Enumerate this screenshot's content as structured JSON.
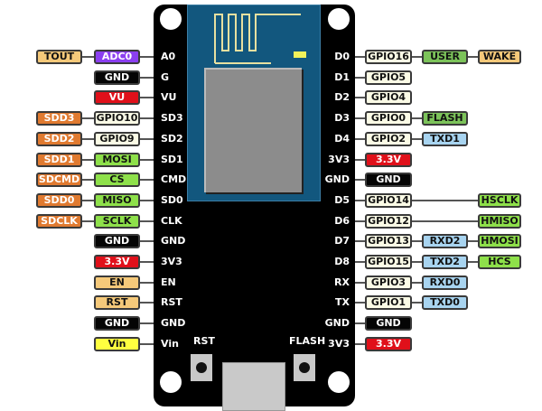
{
  "board": {
    "button_labels": {
      "rst": "RST",
      "flash": "FLASH"
    },
    "left_pins": [
      {
        "pin": "A0",
        "labels": [
          {
            "text": "ADC0",
            "color": "#8b3ff0",
            "fg": "#fff"
          },
          {
            "text": "TOUT",
            "color": "#f5c97a",
            "fg": "#111"
          }
        ]
      },
      {
        "pin": "G",
        "labels": [
          {
            "text": "GND",
            "color": "#050505",
            "fg": "#fff"
          }
        ]
      },
      {
        "pin": "VU",
        "labels": [
          {
            "text": "VU",
            "color": "#e0101a",
            "fg": "#fff"
          }
        ]
      },
      {
        "pin": "SD3",
        "labels": [
          {
            "text": "GPIO10",
            "color": "#fbfbe6",
            "fg": "#111"
          },
          {
            "text": "SDD3",
            "color": "#e07a30",
            "fg": "#fff"
          }
        ]
      },
      {
        "pin": "SD2",
        "labels": [
          {
            "text": "GPIO9",
            "color": "#fbfbe6",
            "fg": "#111"
          },
          {
            "text": "SDD2",
            "color": "#e07a30",
            "fg": "#fff"
          }
        ]
      },
      {
        "pin": "SD1",
        "labels": [
          {
            "text": "MOSI",
            "color": "#8ee04a",
            "fg": "#111"
          },
          {
            "text": "SDD1",
            "color": "#e07a30",
            "fg": "#fff"
          }
        ]
      },
      {
        "pin": "CMD",
        "labels": [
          {
            "text": "CS",
            "color": "#8ee04a",
            "fg": "#111"
          },
          {
            "text": "SDCMD",
            "color": "#e07a30",
            "fg": "#fff"
          }
        ]
      },
      {
        "pin": "SD0",
        "labels": [
          {
            "text": "MISO",
            "color": "#8ee04a",
            "fg": "#111"
          },
          {
            "text": "SDD0",
            "color": "#e07a30",
            "fg": "#fff"
          }
        ]
      },
      {
        "pin": "CLK",
        "labels": [
          {
            "text": "SCLK",
            "color": "#8ee04a",
            "fg": "#111"
          },
          {
            "text": "SDCLK",
            "color": "#e07a30",
            "fg": "#fff"
          }
        ]
      },
      {
        "pin": "GND",
        "labels": [
          {
            "text": "GND",
            "color": "#050505",
            "fg": "#fff"
          }
        ]
      },
      {
        "pin": "3V3",
        "labels": [
          {
            "text": "3.3V",
            "color": "#e0101a",
            "fg": "#fff"
          }
        ]
      },
      {
        "pin": "EN",
        "labels": [
          {
            "text": "EN",
            "color": "#f5c97a",
            "fg": "#111"
          }
        ]
      },
      {
        "pin": "RST",
        "labels": [
          {
            "text": "RST",
            "color": "#f5c97a",
            "fg": "#111"
          }
        ]
      },
      {
        "pin": "GND",
        "labels": [
          {
            "text": "GND",
            "color": "#050505",
            "fg": "#fff"
          }
        ]
      },
      {
        "pin": "Vin",
        "labels": [
          {
            "text": "Vin",
            "color": "#ffff40",
            "fg": "#111"
          }
        ]
      }
    ],
    "right_pins": [
      {
        "pin": "D0",
        "labels": [
          {
            "text": "GPIO16",
            "color": "#fbfbe6",
            "fg": "#111",
            "col": 0
          },
          {
            "text": "USER",
            "color": "#7cc35a",
            "fg": "#111",
            "col": 1
          },
          {
            "text": "WAKE",
            "color": "#f5c97a",
            "fg": "#111",
            "col": 2
          }
        ]
      },
      {
        "pin": "D1",
        "labels": [
          {
            "text": "GPIO5",
            "color": "#fbfbe6",
            "fg": "#111",
            "col": 0
          }
        ]
      },
      {
        "pin": "D2",
        "labels": [
          {
            "text": "GPIO4",
            "color": "#fbfbe6",
            "fg": "#111",
            "col": 0
          }
        ]
      },
      {
        "pin": "D3",
        "labels": [
          {
            "text": "GPIO0",
            "color": "#fbfbe6",
            "fg": "#111",
            "col": 0
          },
          {
            "text": "FLASH",
            "color": "#7cc35a",
            "fg": "#111",
            "col": 1
          }
        ]
      },
      {
        "pin": "D4",
        "labels": [
          {
            "text": "GPIO2",
            "color": "#fbfbe6",
            "fg": "#111",
            "col": 0
          },
          {
            "text": "TXD1",
            "color": "#a8d4f0",
            "fg": "#111",
            "col": 1
          }
        ]
      },
      {
        "pin": "3V3",
        "labels": [
          {
            "text": "3.3V",
            "color": "#e0101a",
            "fg": "#fff",
            "col": 0
          }
        ]
      },
      {
        "pin": "GND",
        "labels": [
          {
            "text": "GND",
            "color": "#050505",
            "fg": "#fff",
            "col": 0
          }
        ]
      },
      {
        "pin": "D5",
        "labels": [
          {
            "text": "GPIO14",
            "color": "#fbfbe6",
            "fg": "#111",
            "col": 0
          },
          {
            "text": "HSCLK",
            "color": "#8ee04a",
            "fg": "#111",
            "col": 2
          }
        ]
      },
      {
        "pin": "D6",
        "labels": [
          {
            "text": "GPIO12",
            "color": "#fbfbe6",
            "fg": "#111",
            "col": 0
          },
          {
            "text": "HMISO",
            "color": "#8ee04a",
            "fg": "#111",
            "col": 2
          }
        ]
      },
      {
        "pin": "D7",
        "labels": [
          {
            "text": "GPIO13",
            "color": "#fbfbe6",
            "fg": "#111",
            "col": 0
          },
          {
            "text": "RXD2",
            "color": "#a8d4f0",
            "fg": "#111",
            "col": 1
          },
          {
            "text": "HMOSI",
            "color": "#8ee04a",
            "fg": "#111",
            "col": 2
          }
        ]
      },
      {
        "pin": "D8",
        "labels": [
          {
            "text": "GPIO15",
            "color": "#fbfbe6",
            "fg": "#111",
            "col": 0
          },
          {
            "text": "TXD2",
            "color": "#a8d4f0",
            "fg": "#111",
            "col": 1
          },
          {
            "text": "HCS",
            "color": "#8ee04a",
            "fg": "#111",
            "col": 2
          }
        ]
      },
      {
        "pin": "RX",
        "labels": [
          {
            "text": "GPIO3",
            "color": "#fbfbe6",
            "fg": "#111",
            "col": 0
          },
          {
            "text": "RXD0",
            "color": "#a8d4f0",
            "fg": "#111",
            "col": 1
          }
        ]
      },
      {
        "pin": "TX",
        "labels": [
          {
            "text": "GPIO1",
            "color": "#fbfbe6",
            "fg": "#111",
            "col": 0
          },
          {
            "text": "TXD0",
            "color": "#a8d4f0",
            "fg": "#111",
            "col": 1
          }
        ]
      },
      {
        "pin": "GND",
        "labels": [
          {
            "text": "GND",
            "color": "#050505",
            "fg": "#fff",
            "col": 0
          }
        ]
      },
      {
        "pin": "3V3",
        "labels": [
          {
            "text": "3.3V",
            "color": "#e0101a",
            "fg": "#fff",
            "col": 0
          }
        ]
      }
    ]
  }
}
